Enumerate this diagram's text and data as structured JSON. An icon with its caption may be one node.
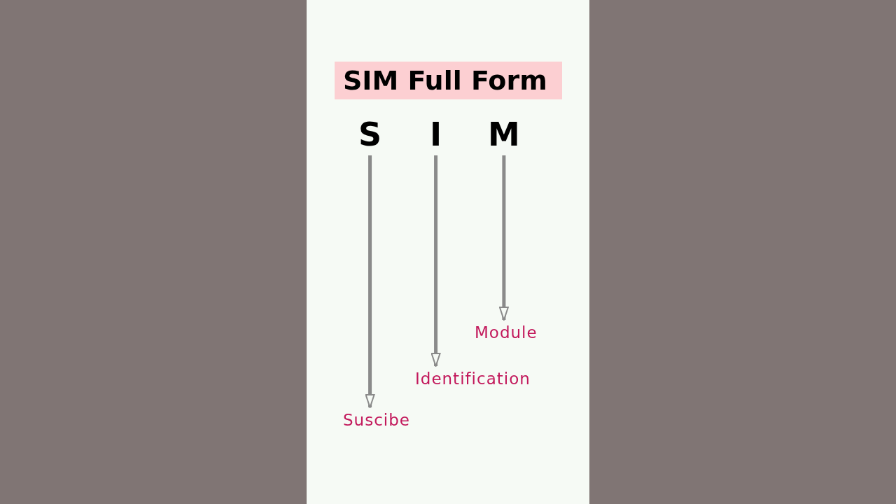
{
  "diagram": {
    "title": "SIM Full Form",
    "nodes": [
      {
        "text": [
          "S"
        ]
      },
      {
        "text": [
          "I"
        ]
      },
      {
        "text": [
          "M"
        ]
      },
      {
        "text": [
          "Suscibe"
        ]
      },
      {
        "text": [
          "Identification"
        ]
      },
      {
        "text": [
          "Module"
        ]
      }
    ],
    "edges": [
      {
        "from": 0,
        "to": 3,
        "arrow": "to"
      },
      {
        "from": 1,
        "to": 4,
        "arrow": "to"
      },
      {
        "from": 2,
        "to": 5,
        "arrow": "to"
      }
    ]
  }
}
